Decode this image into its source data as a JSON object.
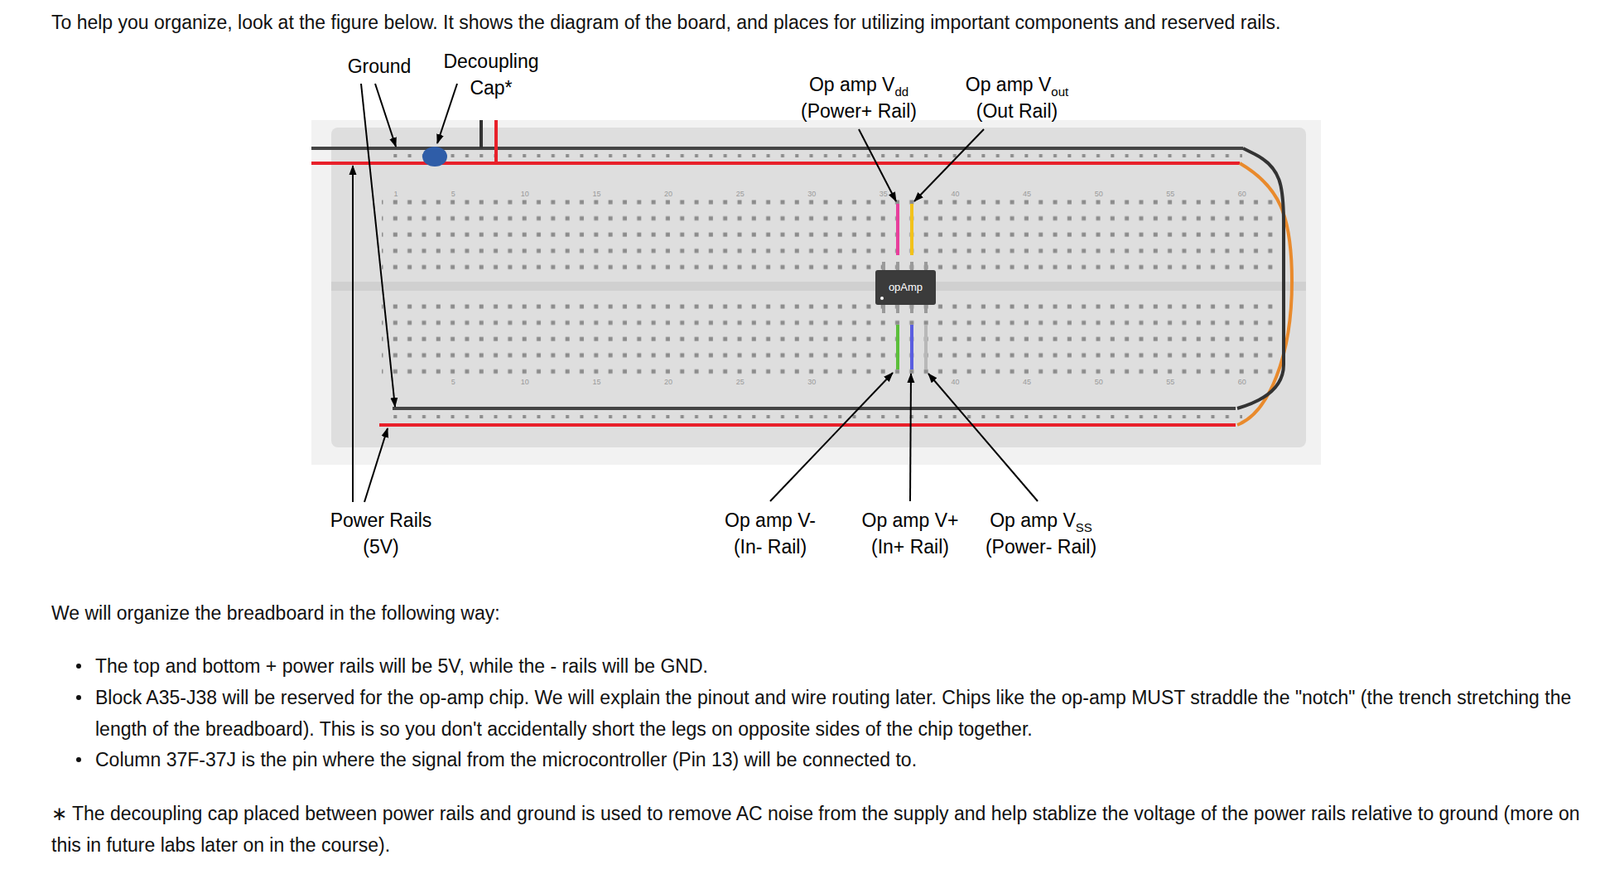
{
  "diagram": {
    "nodes": [
      {
        "text": [
          "opAmp"
        ]
      }
    ],
    "labels": [
      "To help you organize, look at the figure below. It shows the diagram of the board, and places for utilizing important components and reserved rails.",
      "Ground",
      "Decoupling Cap*",
      "(unused)",
      "Op amp V",
      "dd",
      "(Power+ Rail)",
      "Op amp V",
      "out",
      "(Out Rail)",
      "1",
      "5",
      "10",
      "15",
      "20",
      "25",
      "30",
      "35",
      "40",
      "45",
      "50",
      "55",
      "60",
      "5",
      "10",
      "15",
      "20",
      "25",
      "30",
      "40",
      "45",
      "50",
      "55",
      "60",
      "Power Rails (5V)",
      "(unused)",
      "Op amp V- (In- Rail)",
      "(unused)",
      "Op amp V+ (In+ Rail)",
      "(unused)",
      "Op amp V",
      "SS",
      "(Power- Rail)",
      "We will organize the breadboard in the following way:",
      "The top and bottom + power rails will be 5V, while the - rails will be GND.",
      "Block A35-J38 will be reserved for the op-amp chip. We will explain the pinout and wire routing later. Chips like the op-amp MUST straddle the \"notch\" (the trench stretching the length of the breadboard). This is so you don't accidentally short the legs on opposite sides of the chip together.",
      "Column 37F-37J is the pin where the signal from the microcontroller (Pin 13) will be connected to.",
      "∗ The decoupling cap placed between power rails and ground is used to remove AC noise from the supply and help stablize the voltage of the power rails relative to ground (more on this in future labs later on in the course)."
    ]
  }
}
